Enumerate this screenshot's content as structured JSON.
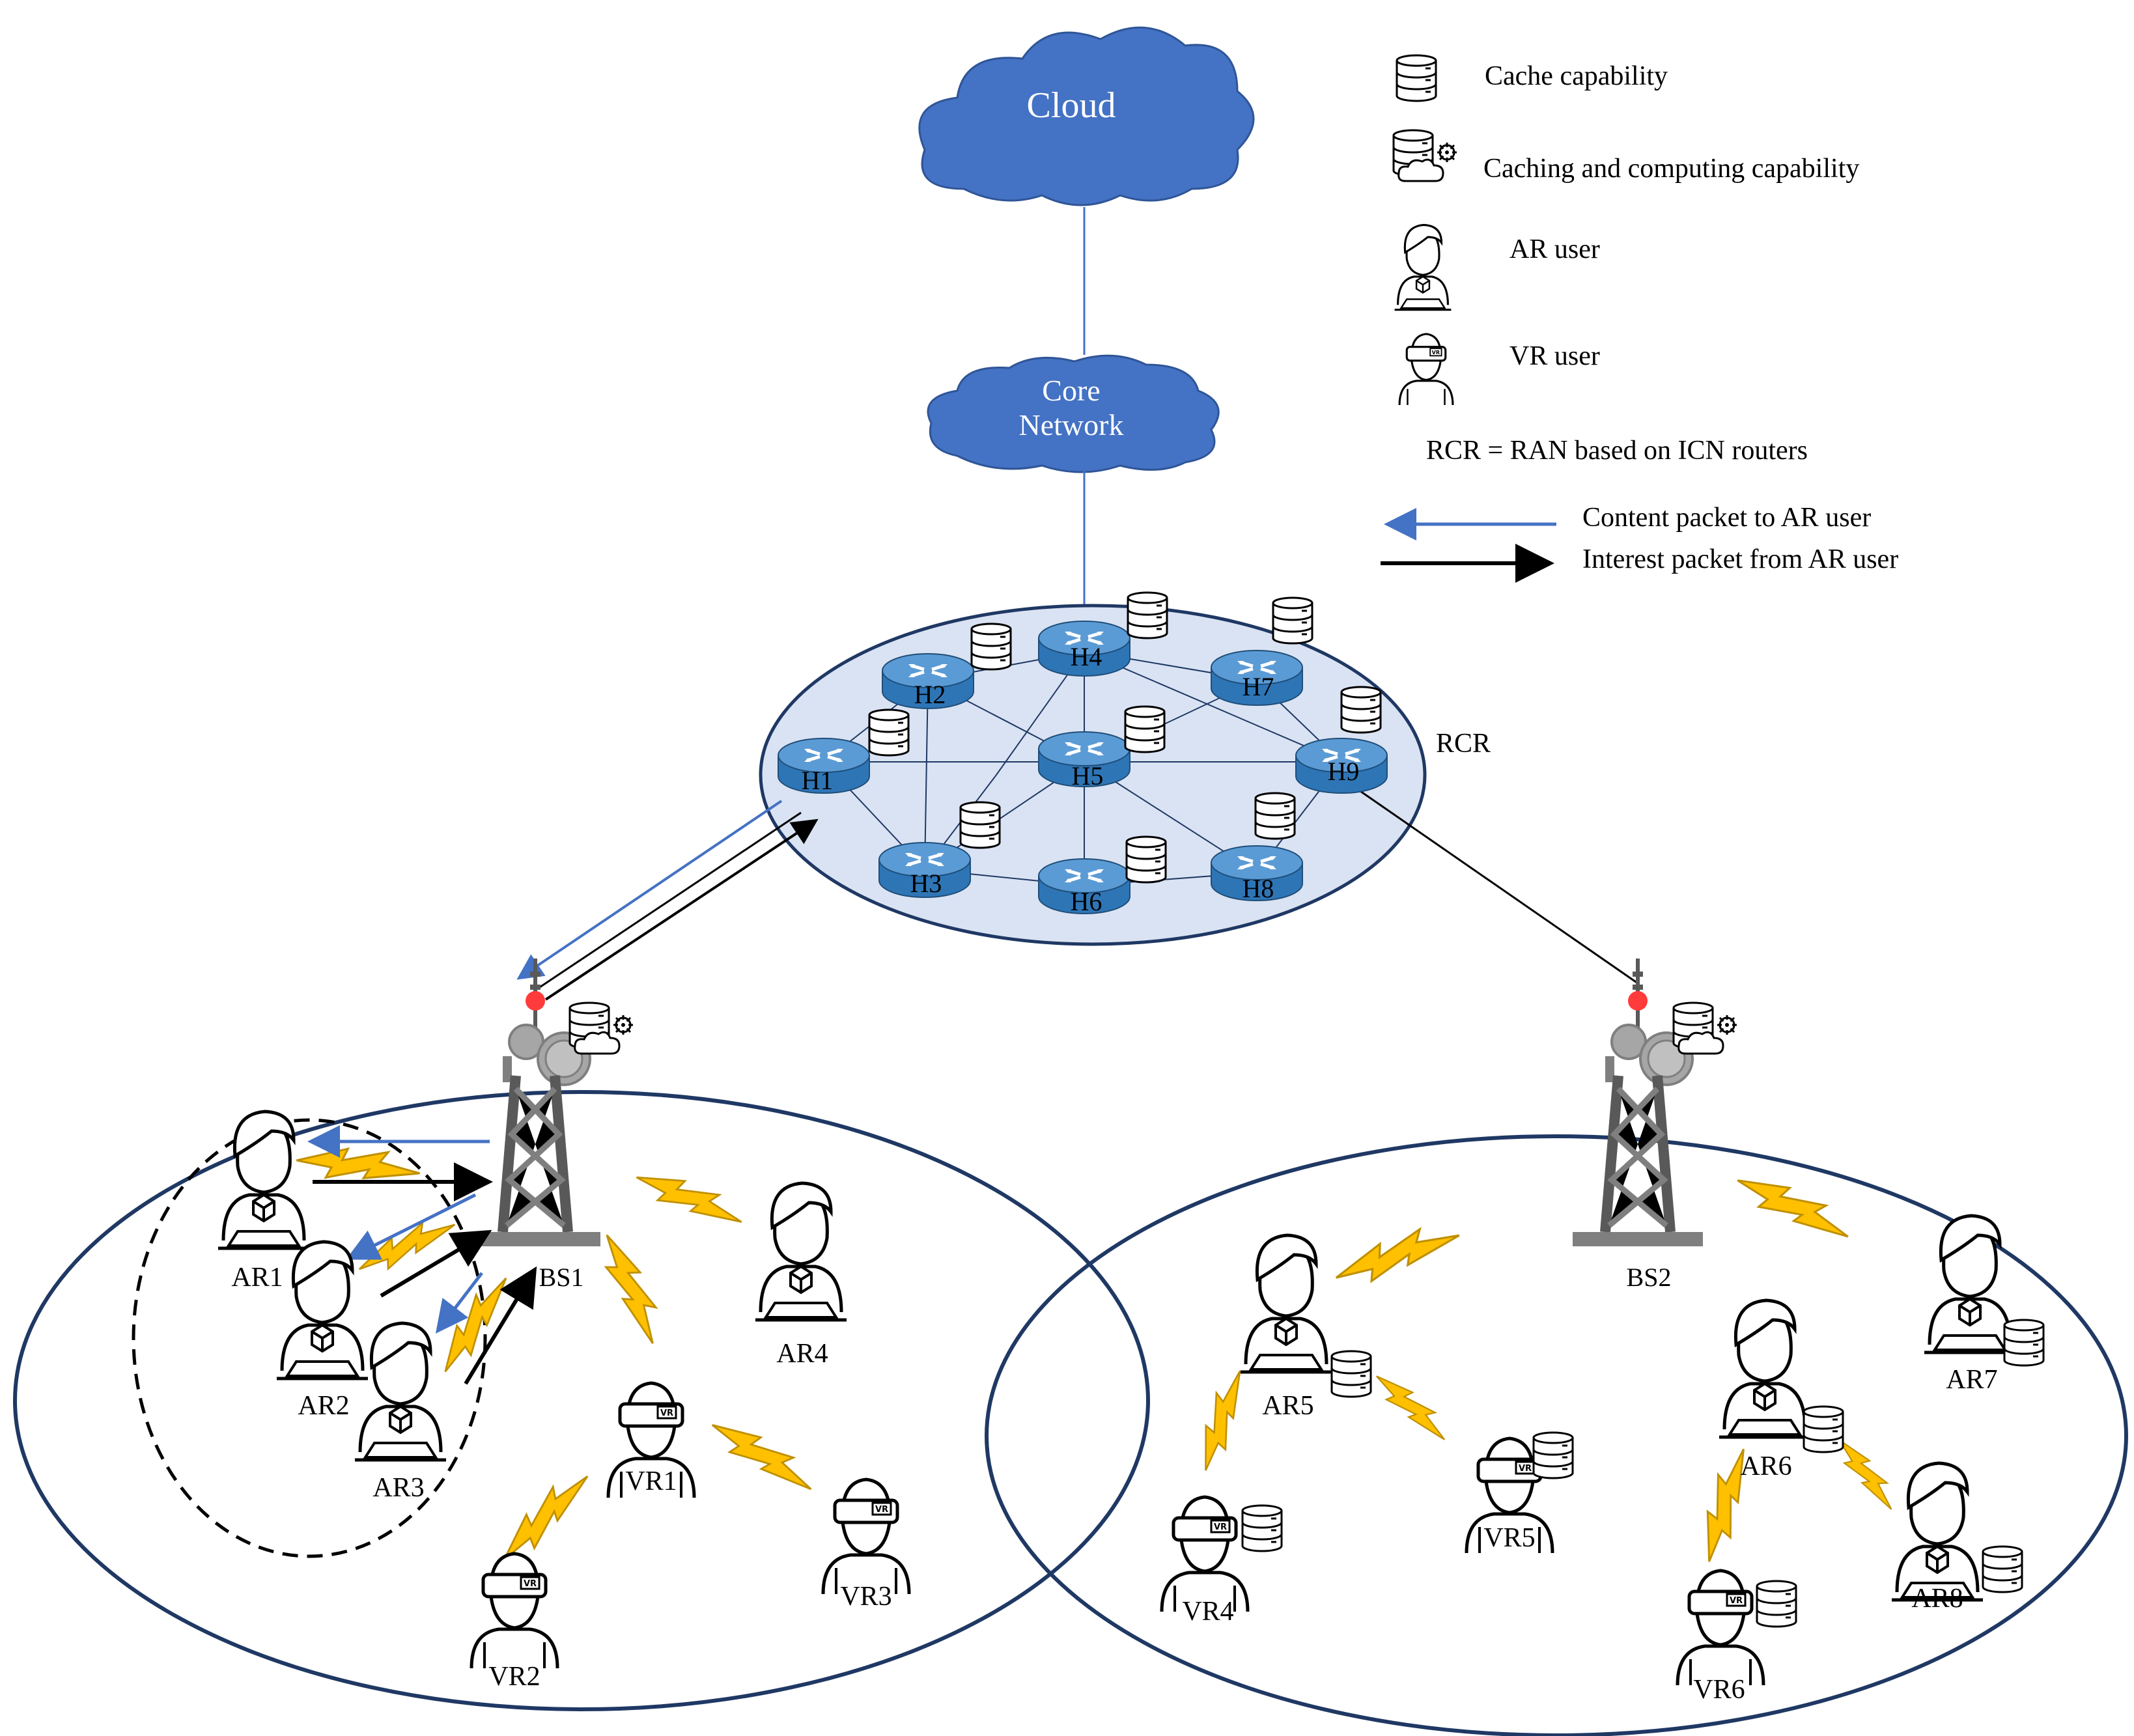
{
  "colors": {
    "cloud_fill": "#4472c4",
    "rcr_fill": "#dae3f3",
    "cell_stroke": "#1f3864",
    "router_fill": "#2e75b6",
    "content_arrow": "#4472c4",
    "interest_arrow": "#000000",
    "bolt_fill": "#ffc000",
    "bolt_stroke": "#bf9000"
  },
  "cloud": {
    "label": "Cloud"
  },
  "core": {
    "line1": "Core",
    "line2": "Network"
  },
  "rcr": {
    "label": "RCR"
  },
  "legend": {
    "cache": "Cache capability",
    "cache_compute": "Caching and computing capability",
    "ar_user": "AR user",
    "vr_user": "VR user",
    "rcr_def": "RCR = RAN based on ICN routers",
    "content": "Content packet to AR user",
    "interest": "Interest packet from AR user"
  },
  "routers": [
    "H1",
    "H2",
    "H3",
    "H4",
    "H5",
    "H6",
    "H7",
    "H8",
    "H9"
  ],
  "stations": [
    "BS1",
    "BS2"
  ],
  "users": {
    "ar": [
      "AR1",
      "AR2",
      "AR3",
      "AR4",
      "AR5",
      "AR6",
      "AR7",
      "AR8"
    ],
    "vr": [
      "VR1",
      "VR2",
      "VR3",
      "VR4",
      "VR5",
      "VR6"
    ]
  },
  "icon_names": {
    "vr_headset_text": "VR"
  }
}
